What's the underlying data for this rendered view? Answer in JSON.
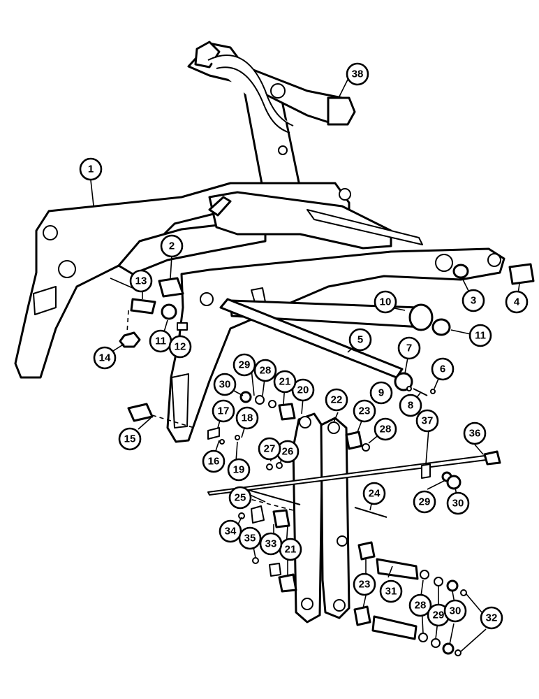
{
  "diagram": {
    "callouts": [
      "1",
      "2",
      "3",
      "4",
      "5",
      "6",
      "7",
      "8",
      "9",
      "10",
      "11",
      "11",
      "12",
      "13",
      "14",
      "15",
      "16",
      "17",
      "18",
      "19",
      "20",
      "21",
      "21",
      "22",
      "23",
      "23",
      "24",
      "25",
      "26",
      "27",
      "28",
      "28",
      "28",
      "29",
      "29",
      "29",
      "30",
      "30",
      "30",
      "31",
      "32",
      "33",
      "34",
      "35",
      "36",
      "37",
      "38"
    ]
  }
}
